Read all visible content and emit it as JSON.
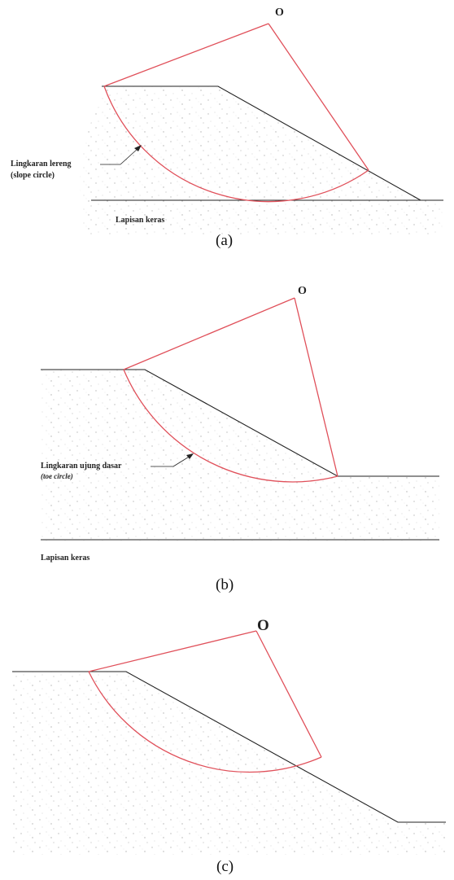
{
  "panels": [
    {
      "id": "a",
      "center_label": "O",
      "circle_label_line1": "Lingkaran lereng",
      "circle_label_line2": "(slope circle)",
      "hard_layer_label": "Lapisan keras",
      "caption": "(a)"
    },
    {
      "id": "b",
      "center_label": "O",
      "circle_label_line1": "Lingkaran ujung dasar",
      "circle_label_line2": "(toe circle)",
      "hard_layer_label": "Lapisan keras",
      "caption": "(b)"
    },
    {
      "id": "c",
      "center_label": "O",
      "caption": "(c)"
    }
  ],
  "colors": {
    "circle": "#e0505a",
    "ground": "#222222",
    "speckle": "#b8b8b8"
  }
}
